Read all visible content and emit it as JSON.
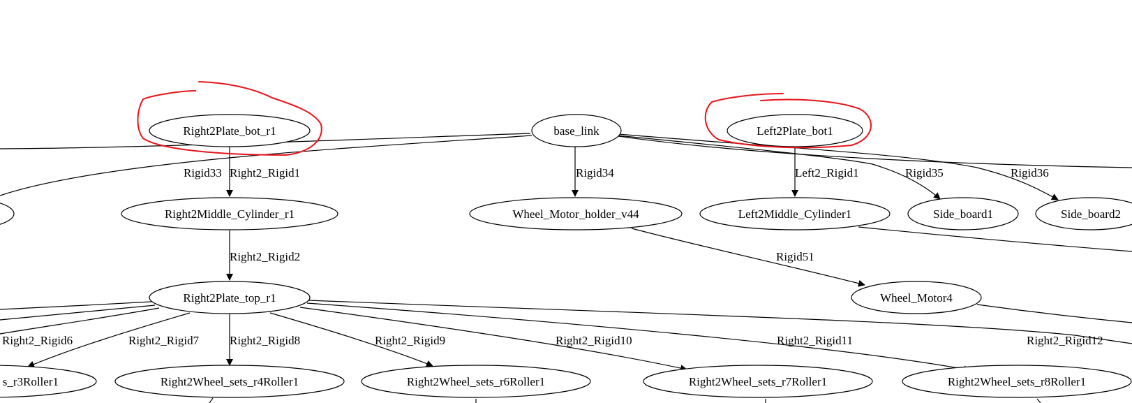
{
  "nodes": {
    "base_link": "base_link",
    "right2plate_bot_r1": "Right2Plate_bot_r1",
    "left2plate_bot1": "Left2Plate_bot1",
    "right2middle_cylinder_r1": "Right2Middle_Cylinder_r1",
    "wheel_motor_holder_v44": "Wheel_Motor_holder_v44",
    "left2middle_cylinder1": "Left2Middle_Cylinder1",
    "side_board1": "Side_board1",
    "side_board2": "Side_board2",
    "right2plate_top_r1": "Right2Plate_top_r1",
    "wheel_motor4": "Wheel_Motor4",
    "r3roller1_partial": "s_r3Roller1",
    "r4roller1": "Right2Wheel_sets_r4Roller1",
    "r6roller1": "Right2Wheel_sets_r6Roller1",
    "r7roller1": "Right2Wheel_sets_r7Roller1",
    "r8roller1": "Right2Wheel_sets_r8Roller1"
  },
  "edges": {
    "rigid33": "Rigid33",
    "right2_rigid1": "Right2_Rigid1",
    "rigid34": "Rigid34",
    "left2_rigid1": "Left2_Rigid1",
    "rigid35": "Rigid35",
    "rigid36": "Rigid36",
    "right2_rigid2": "Right2_Rigid2",
    "rigid51": "Rigid51",
    "right2_rigid6": "Right2_Rigid6",
    "right2_rigid7": "Right2_Rigid7",
    "right2_rigid8": "Right2_Rigid8",
    "right2_rigid9": "Right2_Rigid9",
    "right2_rigid10": "Right2_Rigid10",
    "right2_rigid11": "Right2_Rigid11",
    "right2_rigid12": "Right2_Rigid12"
  },
  "colors": {
    "annotation": "#e8141a",
    "stroke": "#000000",
    "background": "#ffffff"
  }
}
